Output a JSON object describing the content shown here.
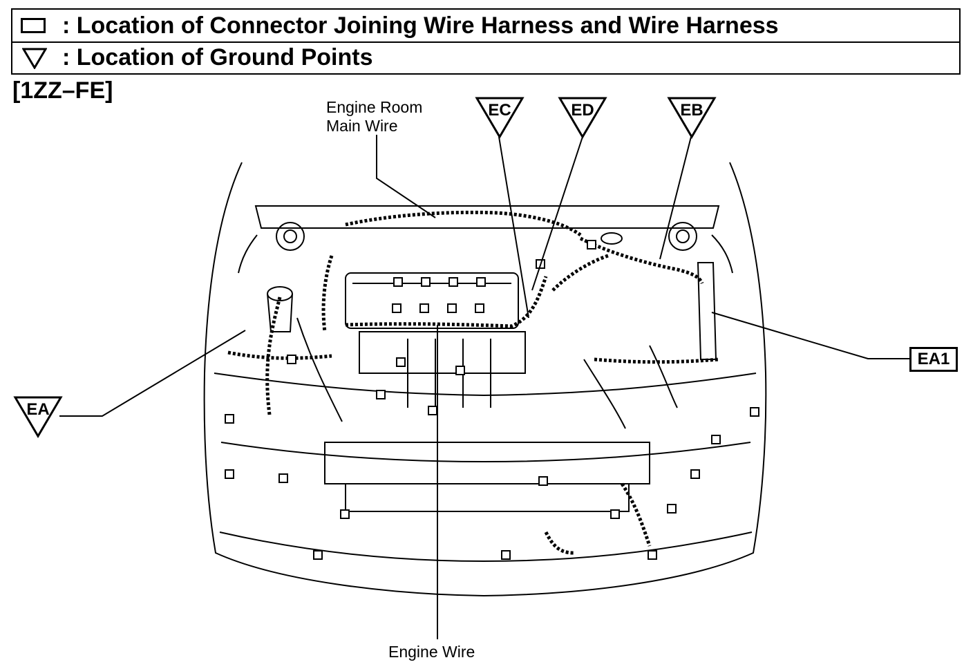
{
  "legend": {
    "connector_text": ": Location of Connector Joining Wire Harness and Wire Harness",
    "ground_text": ": Location of Ground Points"
  },
  "engine_code": "[1ZZ–FE]",
  "labels": {
    "engine_room_main_wire_line1": "Engine Room",
    "engine_room_main_wire_line2": "Main Wire",
    "engine_wire": "Engine Wire"
  },
  "ground_points": [
    "EC",
    "ED",
    "EB",
    "EA"
  ],
  "connectors": [
    "EA1"
  ]
}
